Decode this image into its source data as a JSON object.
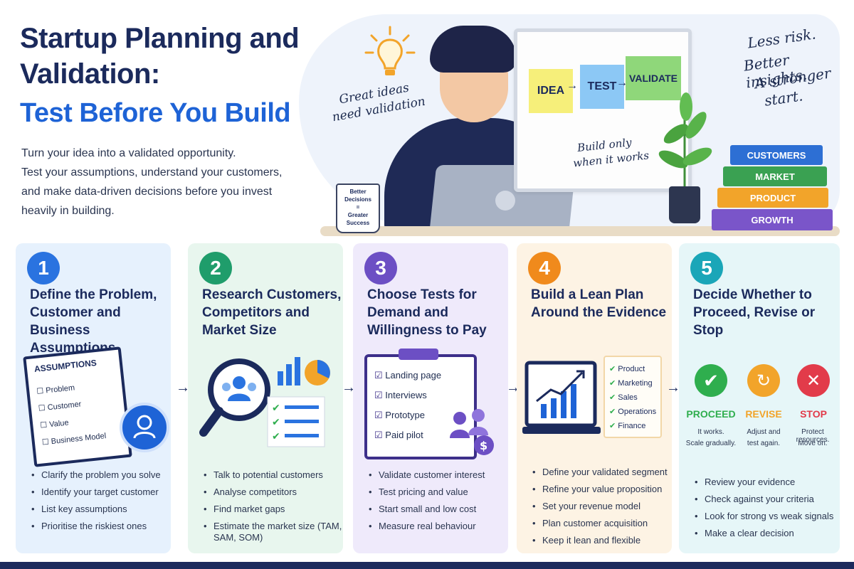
{
  "header": {
    "title_line1": "Startup Planning and",
    "title_line2": "Validation:",
    "subtitle": "Test Before You Build",
    "intro_lines": [
      "Turn your idea into a validated opportunity.",
      "Test your assumptions, understand your customers,",
      "and make data-driven decisions before you invest",
      "heavily in building."
    ]
  },
  "illustration": {
    "note_left": "Great ideas",
    "note_left2": "need validation",
    "board_notes": [
      "IDEA",
      "TEST",
      "VALIDATE"
    ],
    "board_caption1": "Build only",
    "board_caption2": "when it works",
    "tagline": [
      "Less risk.",
      "Better insights.",
      "A stronger",
      "start."
    ],
    "mug_lines": [
      "Better",
      "Decisions",
      "=",
      "Greater",
      "Success"
    ],
    "books": [
      "CUSTOMERS",
      "MARKET",
      "PRODUCT",
      "GROWTH"
    ]
  },
  "steps": [
    {
      "number": "1",
      "title": "Define the Problem, Customer and Business Assumptions",
      "color": "#2a73e0",
      "visual_heading": "ASSUMPTIONS",
      "visual_items": [
        "Problem",
        "Customer",
        "Value",
        "Business Model"
      ],
      "bullets": [
        "Clarify the problem you solve",
        "Identify your target customer",
        "List key assumptions",
        "Prioritise the riskiest ones"
      ]
    },
    {
      "number": "2",
      "title": "Research Customers, Competitors and Market Size",
      "color": "#1f9d6b",
      "bullets": [
        "Talk to potential customers",
        "Analyse competitors",
        "Find market gaps",
        "Estimate the market size (TAM, SAM, SOM)"
      ]
    },
    {
      "number": "3",
      "title": "Choose Tests for Demand and Willingness to Pay",
      "color": "#6c4fc4",
      "visual_items": [
        "Landing page",
        "Interviews",
        "Prototype",
        "Paid pilot"
      ],
      "bullets": [
        "Validate customer interest",
        "Test pricing and value",
        "Start small and low cost",
        "Measure real behaviour"
      ]
    },
    {
      "number": "4",
      "title": "Build a Lean Plan Around the Evidence",
      "color": "#f08a1c",
      "visual_items": [
        "Product",
        "Marketing",
        "Sales",
        "Operations",
        "Finance"
      ],
      "bullets": [
        "Define your validated segment",
        "Refine your value proposition",
        "Set your revenue model",
        "Plan customer acquisition",
        "Keep it lean and flexible"
      ]
    },
    {
      "number": "5",
      "title": "Decide Whether to Proceed, Revise or Stop",
      "color": "#1aa6b8",
      "decisions": [
        {
          "label": "PROCEED",
          "note1": "It works.",
          "note2": "Scale gradually.",
          "color": "#2fae4e",
          "icon": "check-icon"
        },
        {
          "label": "REVISE",
          "note1": "Adjust and",
          "note2": "test again.",
          "color": "#f2a42a",
          "icon": "refresh-icon"
        },
        {
          "label": "STOP",
          "note1": "Protect resources.",
          "note2": "Move on.",
          "color": "#e23b4a",
          "icon": "x-icon"
        }
      ],
      "bullets": [
        "Review your evidence",
        "Check against your criteria",
        "Look for strong vs weak signals",
        "Make a clear decision"
      ]
    }
  ]
}
